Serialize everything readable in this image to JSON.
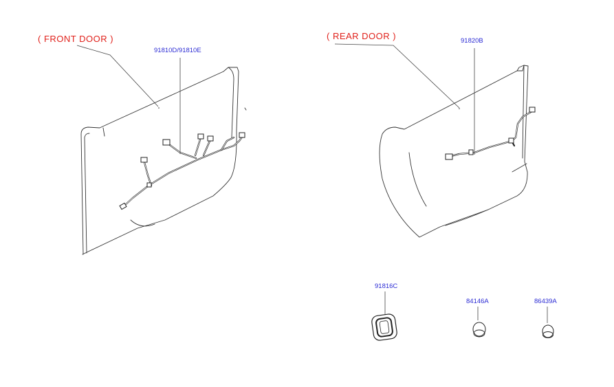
{
  "sections": {
    "front": {
      "label": "( FRONT DOOR )"
    },
    "rear": {
      "label": "( REAR DOOR )"
    }
  },
  "parts": {
    "front_harness": {
      "code": "91810D/91810E"
    },
    "rear_harness": {
      "code": "91820B"
    },
    "grommet": {
      "code": "91816C"
    },
    "plug_a": {
      "code": "84146A"
    },
    "plug_b": {
      "code": "86439A"
    }
  }
}
